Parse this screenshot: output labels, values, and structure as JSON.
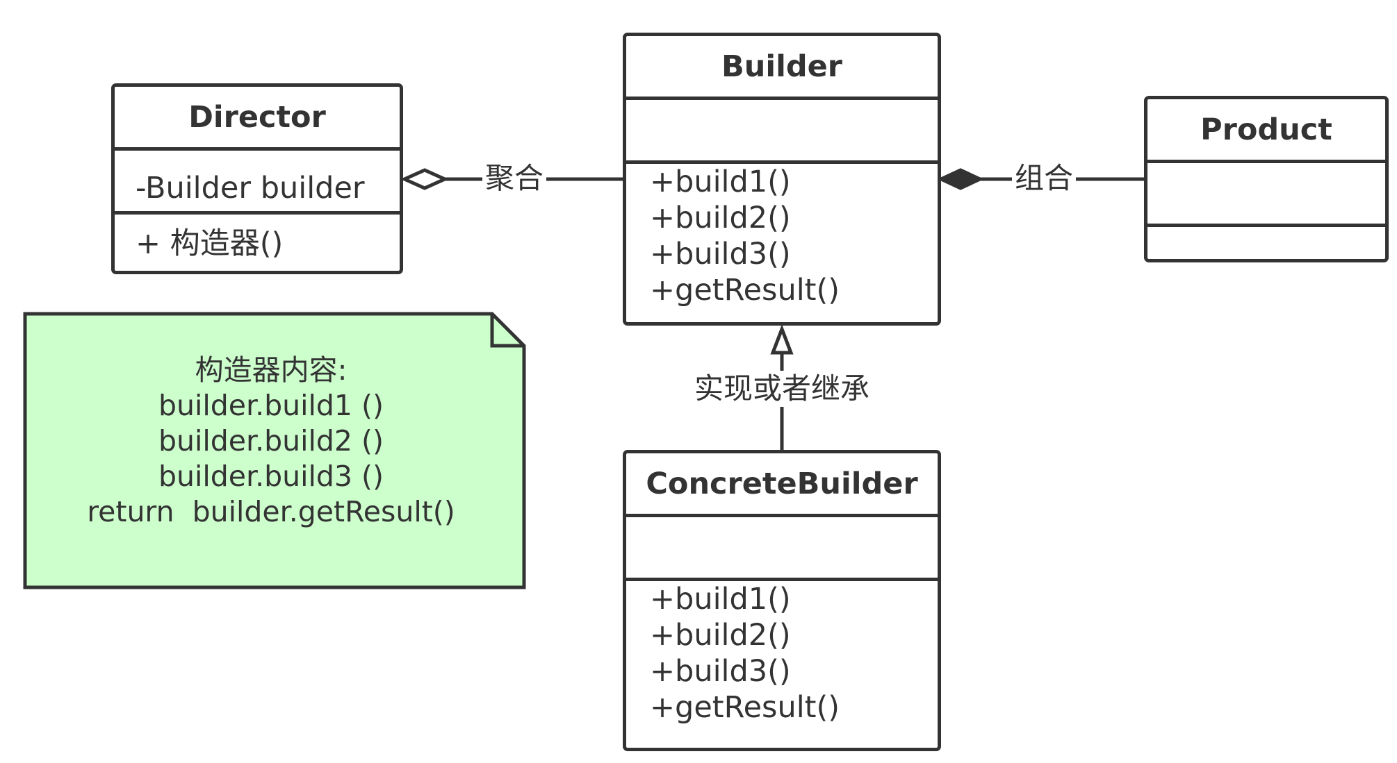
{
  "director": {
    "name": "Director",
    "attributes": [
      "-Builder builder"
    ],
    "methods": [
      "+ 构造器()"
    ]
  },
  "builder": {
    "name": "Builder",
    "attributes": [],
    "methods": [
      "+build1()",
      "+build2()",
      "+build3()",
      "+getResult()"
    ]
  },
  "product": {
    "name": "Product",
    "attributes": [],
    "methods": []
  },
  "concrete_builder": {
    "name": "ConcreteBuilder",
    "attributes": [],
    "methods": [
      "+build1()",
      "+build2()",
      "+build3()",
      "+getResult()"
    ]
  },
  "relations": {
    "aggregation_label": "聚合",
    "composition_label": "组合",
    "realization_label": "实现或者继承"
  },
  "note": {
    "lines": [
      "构造器内容:",
      "builder.build1 ()",
      "builder.build2 ()",
      "builder.build3 ()",
      "return  builder.getResult()"
    ],
    "fill_color": "#ccffcc",
    "stroke_color": "#333333"
  }
}
